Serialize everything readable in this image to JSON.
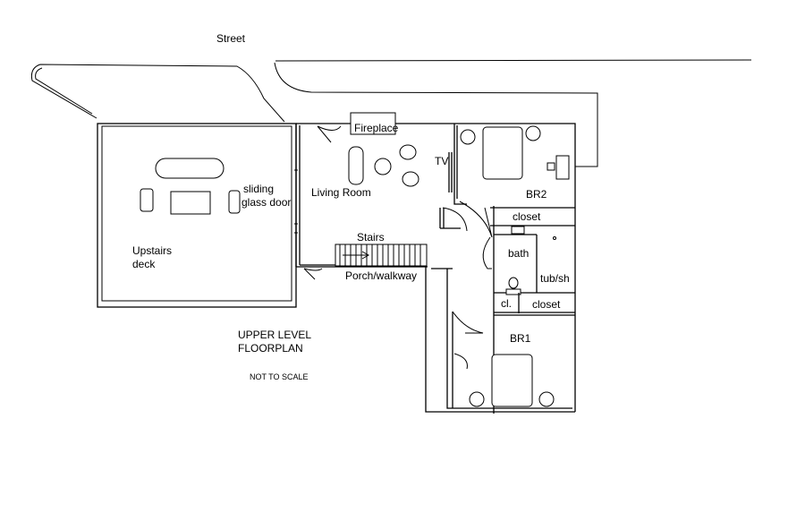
{
  "labels": {
    "street": "Street",
    "fireplace": "Fireplace",
    "tv": "TV",
    "br2": "BR2",
    "living_room": "Living Room",
    "sliding_line1": "sliding",
    "sliding_line2": "glass door",
    "closet_upper": "closet",
    "upstairs_line1": "Upstairs",
    "upstairs_line2": "deck",
    "stairs": "Stairs",
    "bath": "bath",
    "tub_sh": "tub/sh",
    "porch": "Porch/walkway",
    "cl": "cl.",
    "closet_lower": "closet",
    "title_line1": "UPPER LEVEL",
    "title_line2": "FLOORPLAN",
    "not_to_scale": "NOT TO SCALE",
    "br1": "BR1"
  }
}
